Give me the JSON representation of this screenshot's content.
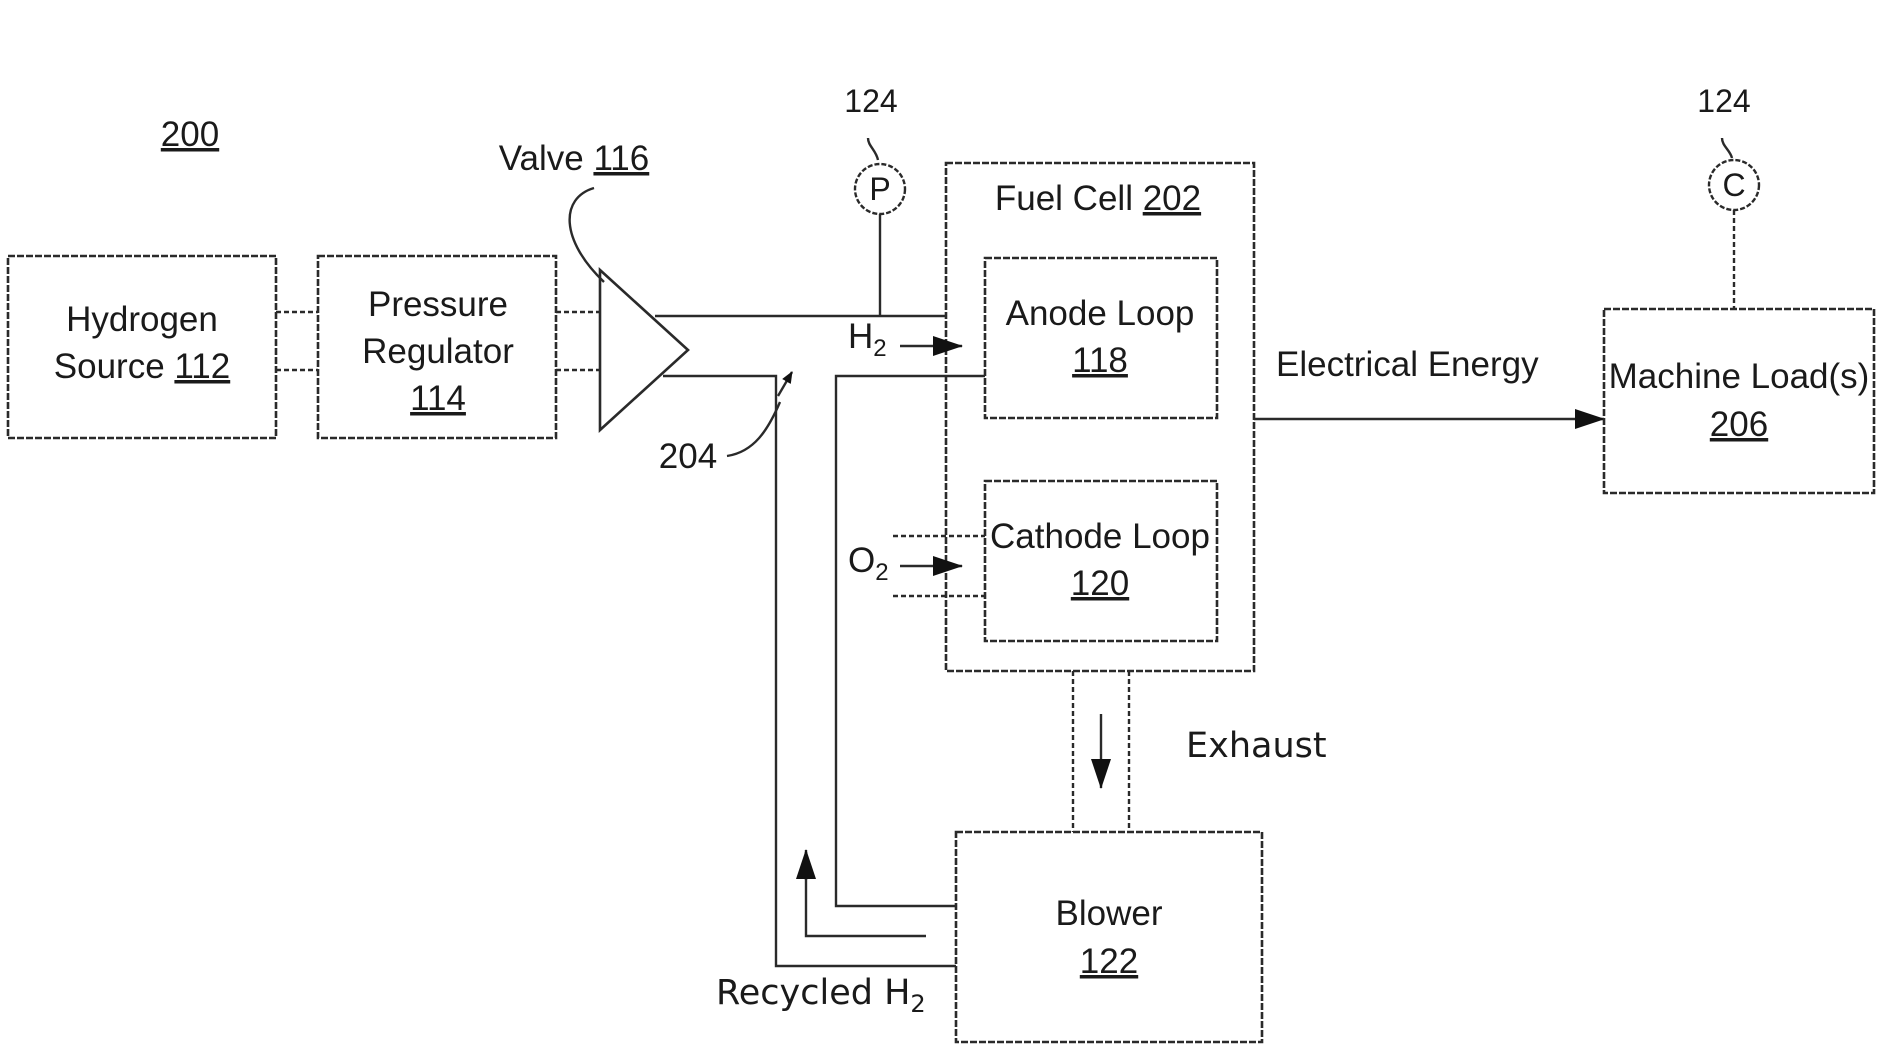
{
  "figure_number": "200",
  "hydrogen_source": {
    "name_line1": "Hydrogen",
    "name_line2": "Source ",
    "ref": "112"
  },
  "pressure_regulator": {
    "name_line1": "Pressure",
    "name_line2": "Regulator",
    "ref": "114"
  },
  "valve": {
    "name": "Valve ",
    "ref": "116"
  },
  "pressure_sensor": {
    "symbol": "P",
    "ref": "124"
  },
  "current_sensor": {
    "symbol": "C",
    "ref": "124"
  },
  "fuel_cell": {
    "name": "Fuel Cell ",
    "ref": "202"
  },
  "anode_loop": {
    "name": "Anode Loop",
    "ref": "118"
  },
  "cathode_loop": {
    "name": "Cathode Loop",
    "ref": "120"
  },
  "hydrogen_input": {
    "symbol": "H",
    "subscript": "2"
  },
  "oxygen_input": {
    "symbol": "O",
    "subscript": "2"
  },
  "recirculation_path": {
    "ref": "204"
  },
  "electrical_output": {
    "label": "Electrical Energy"
  },
  "machine_load": {
    "name": "Machine Load(s)",
    "ref": "206"
  },
  "exhaust": {
    "label": "Exhaust"
  },
  "blower": {
    "name": "Blower",
    "ref": "122"
  },
  "recycled_hydrogen": {
    "label": "Recycled H",
    "subscript": "2"
  }
}
